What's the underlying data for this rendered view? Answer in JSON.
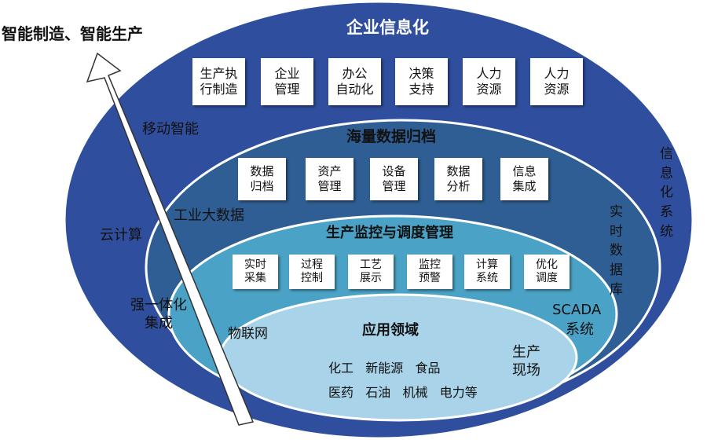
{
  "top_title": "智能制造、智能生产",
  "level1": {
    "title": "企业信息化",
    "boxes": [
      "生产执\n行制造",
      "企业\n管理",
      "办公\n自动化",
      "决策\n支持",
      "人力\n资源",
      "人力\n资源"
    ],
    "side_label": "移动智能",
    "right_label": "信\n息\n化\n系\n统"
  },
  "level2": {
    "title": "海量数据归档",
    "boxes": [
      "数据\n归档",
      "资产\n管理",
      "设备\n管理",
      "数据\n分析",
      "信息\n集成"
    ],
    "side_label": "工业大数据",
    "left_label": "云计算",
    "right_label": "实\n时\n数\n据\n库"
  },
  "level3": {
    "title": "生产监控与调度管理",
    "boxes": [
      "实时\n采集",
      "过程\n控制",
      "工艺\n展示",
      "监控\n预警",
      "计算\n系统",
      "优化\n调度"
    ],
    "left_label": "强一体化\n集成",
    "right_label_1": "SCADA",
    "right_label_2": "系统"
  },
  "level4": {
    "title": "应用领域",
    "side_label": "物联网",
    "domains_row1": "化工   新能源   食品",
    "domains_row2": "医药   石油   机械   电力等",
    "right_label": "生产\n现场"
  },
  "colors": {
    "level1": "#2f4f9e",
    "level2": "#2e5e93",
    "level3": "#4aa3c6",
    "level4": "#a8d3e8",
    "outline": "#ffffff"
  }
}
